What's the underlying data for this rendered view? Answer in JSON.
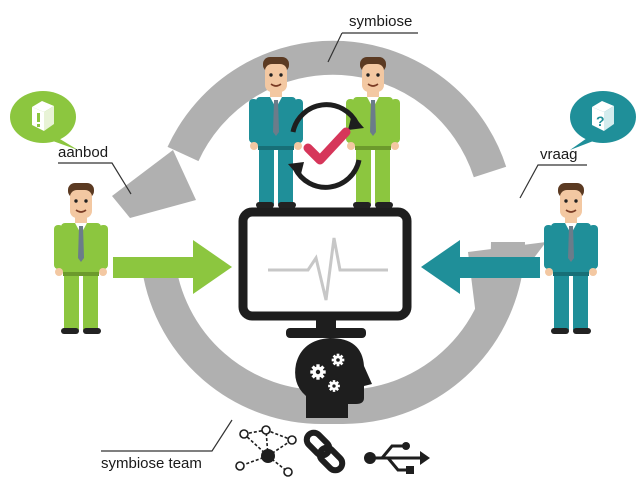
{
  "labels": {
    "top": "symbiose",
    "left": "aanbod",
    "right": "vraag",
    "bottom": "symbiose team"
  },
  "icons": {
    "left_bubble": "package-alert-icon",
    "right_bubble": "package-question-icon",
    "center_check": "checkmark-icon",
    "head": "head-gears-icon",
    "network": "network-icon",
    "chain": "chain-link-icon",
    "usb": "usb-icon"
  },
  "colors": {
    "green": "#8cc63f",
    "teal": "#1f8f99",
    "cycle_grey": "#b0b0b0",
    "check_red": "#d6365a",
    "dark": "#1e1e1e"
  }
}
